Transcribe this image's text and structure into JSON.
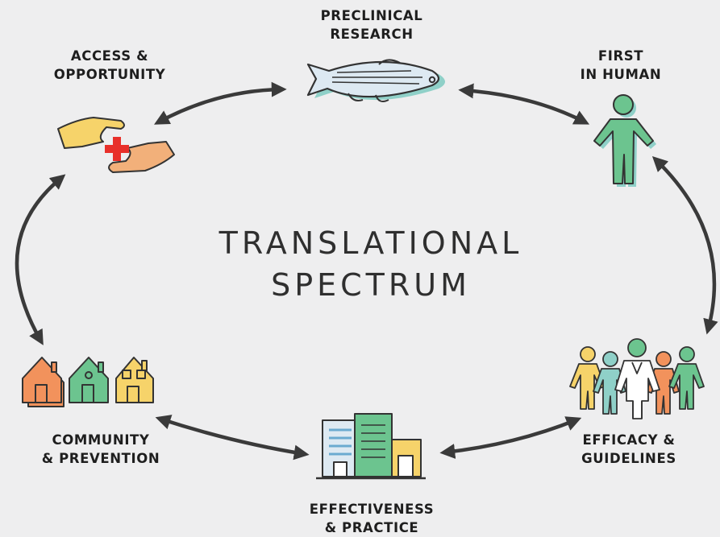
{
  "title": {
    "line1": "TRANSLATIONAL",
    "line2": "SPECTRUM"
  },
  "stages": {
    "preclinical": {
      "line1": "PRECLINICAL",
      "line2": "RESEARCH",
      "icon": "fish-icon"
    },
    "first_in_human": {
      "line1": "FIRST",
      "line2": "IN HUMAN",
      "icon": "person-icon"
    },
    "efficacy": {
      "line1": "EFFICACY &",
      "line2": "GUIDELINES",
      "icon": "group-of-people-icon"
    },
    "effectiveness": {
      "line1": "EFFECTIVENESS",
      "line2": "& PRACTICE",
      "icon": "buildings-icon"
    },
    "community": {
      "line1": "COMMUNITY",
      "line2": "& PREVENTION",
      "icon": "houses-icon"
    },
    "access": {
      "line1": "ACCESS &",
      "line2": "OPPORTUNITY",
      "icon": "hands-with-medical-cross-icon"
    }
  },
  "colors": {
    "background": "#eeeeef",
    "outline": "#333333",
    "green": "#6cc48f",
    "teal": "#8fd0c8",
    "orange": "#f2925c",
    "yellow": "#f6d36a",
    "red": "#e8302a",
    "arrow": "#3a3a3a"
  }
}
